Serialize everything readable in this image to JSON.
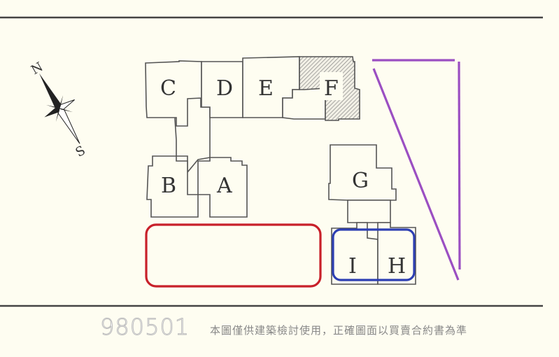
{
  "plan": {
    "compass": {
      "north": "N",
      "south": "S"
    },
    "buildings": {
      "A": "A",
      "B": "B",
      "C": "C",
      "D": "D",
      "E": "E",
      "F": "F",
      "G": "G",
      "H": "H",
      "I": "I"
    },
    "highlight_colors": {
      "red_area": "#c8202a",
      "blue_area": "#2d3fb3",
      "purple_lines": "#9b4fc2"
    }
  },
  "footer": {
    "code": "980501",
    "disclaimer": "本圖僅供建築檢討使用，正確圖面以買賣合約書為準"
  }
}
